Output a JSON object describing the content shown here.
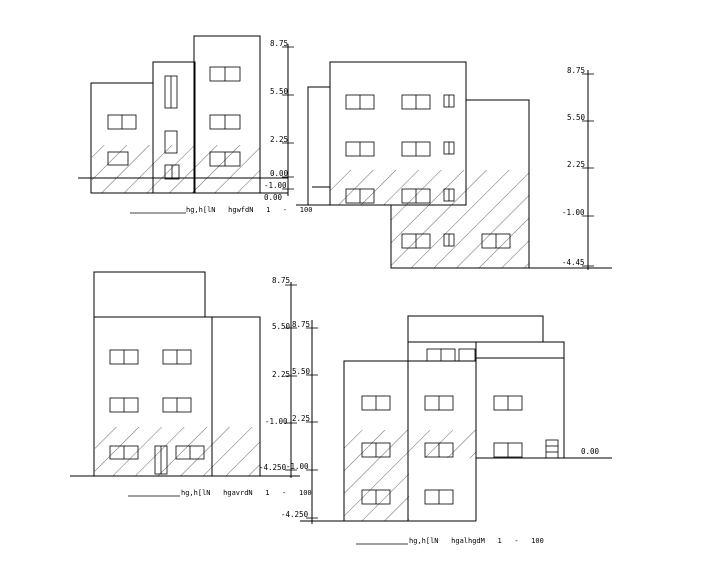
{
  "elevations": [
    {
      "caption": "hg,h[lN   hgwfdN   1   -   100",
      "levels": [
        "8.75",
        "5.50",
        "2.25",
        "0.00",
        "-1.00",
        "0.00"
      ]
    },
    {
      "caption": "",
      "levels": [
        "8.75",
        "5.50",
        "2.25",
        "-1.00",
        "-4.45"
      ]
    },
    {
      "caption": "hg,h[lN   hgavrdN   1   -   100",
      "levels": [
        "8.75",
        "5.50",
        "2.25",
        "-1.00",
        "-4.250"
      ]
    },
    {
      "caption": "hg,h[lN   hgalhgdM   1   -   100",
      "levels": [
        "8.75",
        "5.50",
        "2.25",
        "-1.00",
        "-4.250",
        "0.00"
      ]
    }
  ]
}
